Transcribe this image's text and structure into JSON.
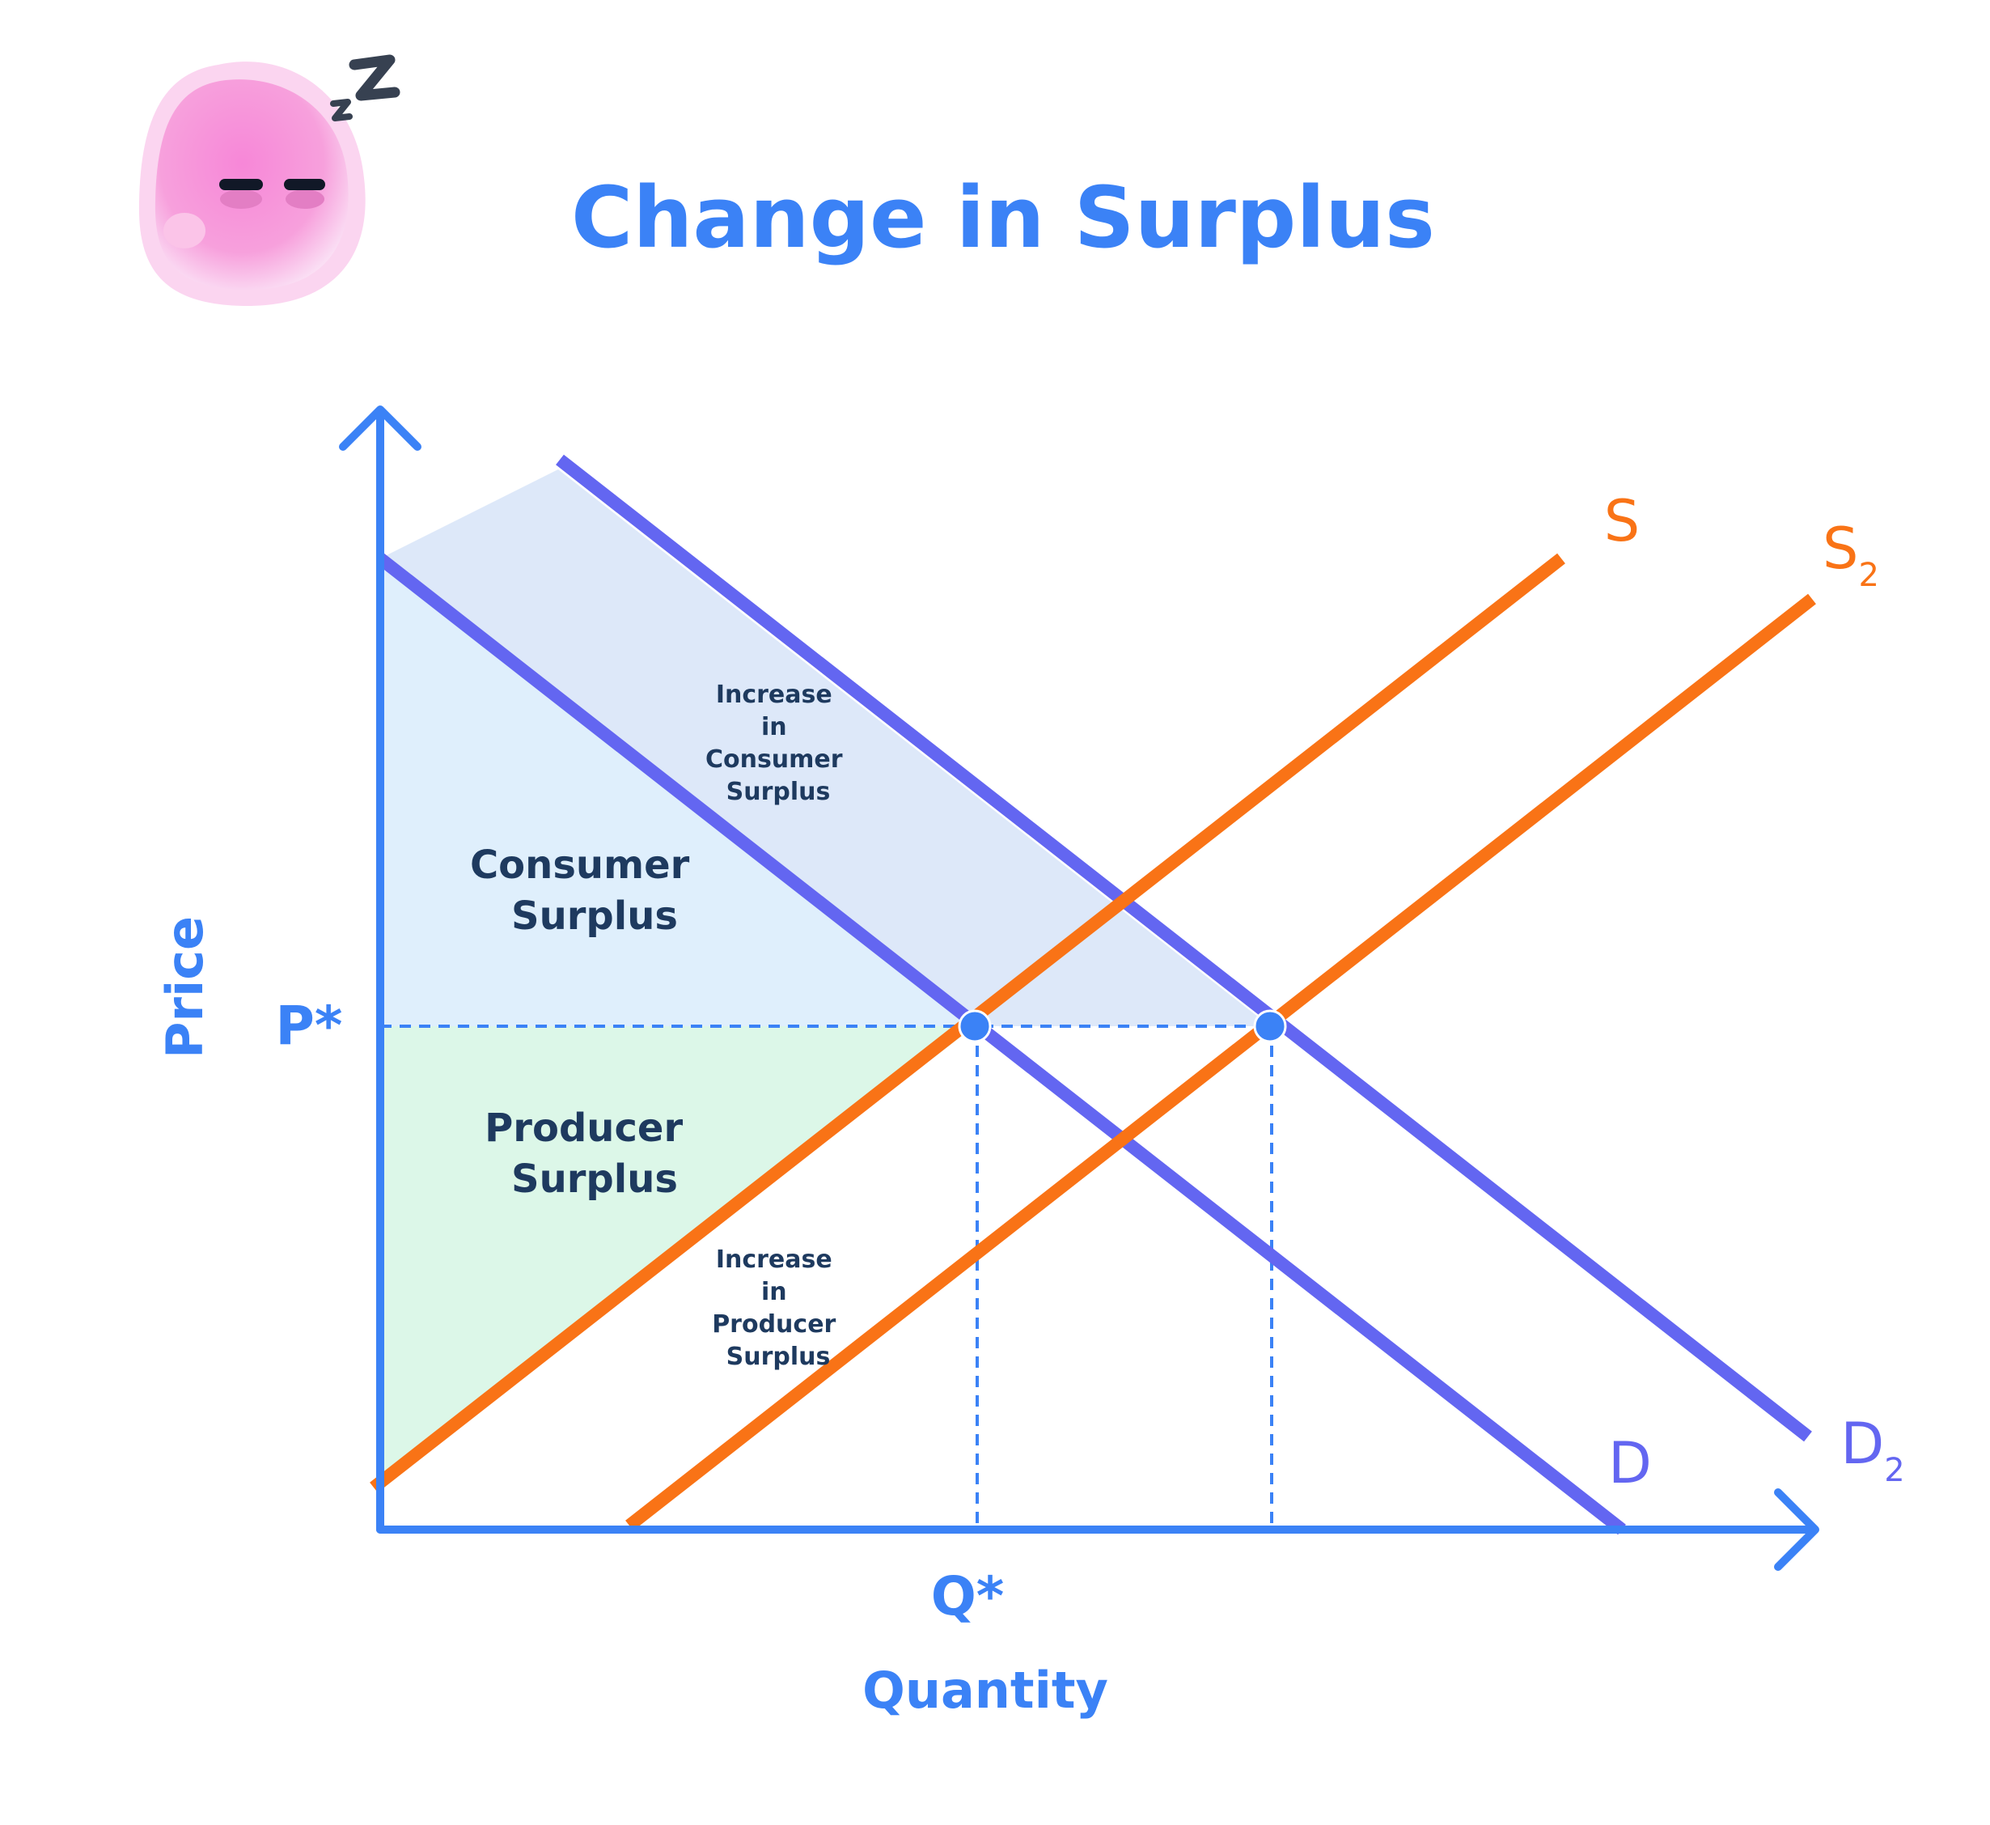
{
  "title": "Change in Surplus",
  "axes": {
    "y_label": "Price",
    "x_label": "Quantity",
    "p_tick": "P*",
    "q_tick": "Q*"
  },
  "curves": {
    "supply": {
      "label": "S"
    },
    "supply2": {
      "label": "S",
      "subscript": "2"
    },
    "demand": {
      "label": "D"
    },
    "demand2": {
      "label": "D",
      "subscript": "2"
    }
  },
  "areas": {
    "consumer_surplus": [
      "Consumer",
      "Surplus"
    ],
    "producer_surplus": [
      "Producer",
      "Surplus"
    ],
    "increase_consumer": [
      "Increase",
      "in",
      "Consumer",
      "Surplus"
    ],
    "increase_producer": [
      "Increase",
      "in",
      "Producer",
      "Surplus"
    ]
  },
  "colors": {
    "axis": "#3b82f6",
    "supply": "#f97316",
    "demand": "#6366f1",
    "consumer_fill": "#dfeffc",
    "increase_consumer_fill": "#dde8f9",
    "producer_fill": "#dcf7e8",
    "mascot": "#f7a0dc"
  },
  "mascot": {
    "icon": "sleeping-blob-icon"
  }
}
